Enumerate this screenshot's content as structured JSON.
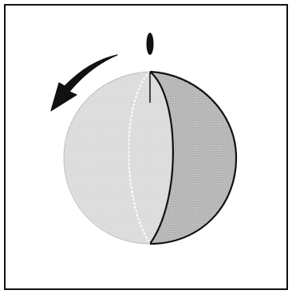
{
  "figure": {
    "type": "diagram",
    "subject": "rotating-sphere",
    "rotation_direction": "counterclockwise",
    "colors": {
      "background": "#ffffff",
      "frame": "#111111",
      "sphere_light": "#cfcfcf",
      "sphere_dark": "#a8a8a8",
      "stroke": "#111111",
      "highlight_meridian": "#ffffff"
    },
    "icons": {
      "arrow": "curved-arrow-icon",
      "axis_marker": "rotation-axis-marker-icon"
    }
  }
}
